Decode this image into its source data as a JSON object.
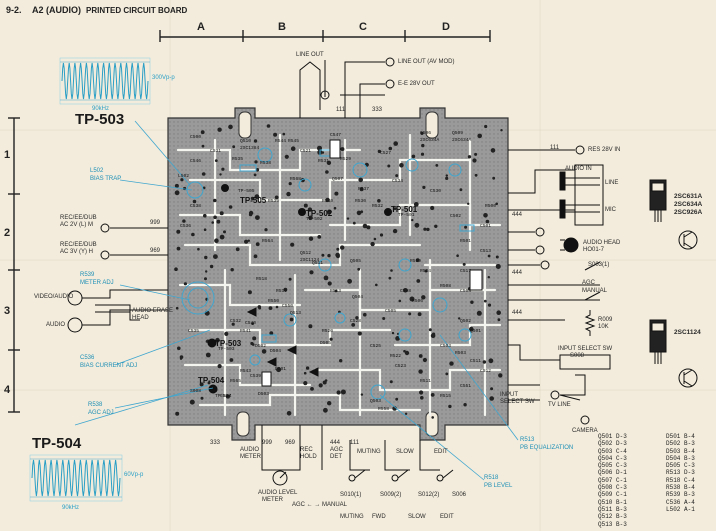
{
  "header": {
    "section_number": "9-2.",
    "board_name": "A2 (AUDIO)",
    "board_subtitle": "PRINTED CIRCUIT BOARD"
  },
  "grid": {
    "columns": [
      "A",
      "B",
      "C",
      "D"
    ],
    "rows": [
      "1",
      "2",
      "3",
      "4"
    ]
  },
  "waveforms": {
    "top": {
      "amplitude": "300Vp-p",
      "frequency": "90kHz"
    },
    "bottom": {
      "amplitude": "60Vp-p",
      "frequency": "90kHz"
    }
  },
  "test_points": {
    "tp503": "TP-503",
    "tp504": "TP-504",
    "tp505": "TP-505",
    "tp502": "TP-502",
    "tp501": "TP-501",
    "tp503_small": "TP-503",
    "tp504_small": "TP-504"
  },
  "callouts": {
    "l502": [
      "L502",
      "BIAS TRAP"
    ],
    "r539": [
      "R539",
      "METER ADJ"
    ],
    "c536": [
      "C536",
      "BIAS CURRENT ADJ"
    ],
    "r538": [
      "R538",
      "AGC ADJ"
    ],
    "r513": [
      "R513",
      "PB EQUALIZATION"
    ],
    "r518": [
      "R518",
      "PB LEVEL"
    ]
  },
  "left_labels": {
    "rec_ee_dub_m": [
      "REC/EE/DUB",
      "AC 2V (L) M"
    ],
    "rec_ee_dub_h": [
      "REC/EE/DUB",
      "AC 3V (Y) H"
    ],
    "video_audio": "VIDEO/AUDIO",
    "audio": "AUDIO",
    "audio_erase": [
      "AUDIO ERASE",
      "HEAD"
    ],
    "line_999": "999",
    "line_969": "969"
  },
  "top_labels": {
    "line_out": "LINE OUT",
    "line_out_av": "LINE OUT (AV MOD)",
    "ee_28v": "E-E 28V OUT",
    "n333": "333",
    "n111": "111"
  },
  "right_labels": {
    "res_28v": "RES 28V IN",
    "audio_in": "AUDIO IN",
    "line": "LINE",
    "mic": "MIC",
    "audio_head": [
      "AUDIO HEAD",
      "HO01-7"
    ],
    "s003": "S003(1)",
    "ac_manual": [
      "AGC",
      "MANUAL"
    ],
    "r009": [
      "R009",
      "10K"
    ],
    "input_select_sw": [
      "INPUT SELECT SW",
      "S008"
    ],
    "input_select": [
      "INPUT",
      "SELECT SW"
    ],
    "tv_line": "TV LINE",
    "camera": "CAMERA",
    "n444a": "444",
    "n444b": "444",
    "n444c": "444",
    "n111": "111"
  },
  "transistors": {
    "group1": [
      "2SC631A",
      "2SC634A",
      "2SC926A"
    ],
    "group2": "2SC1124"
  },
  "bottom_labels": {
    "audio_meter": [
      "AUDIO",
      "METER"
    ],
    "rec_hold": [
      "REC",
      "HOLD"
    ],
    "agc_det": [
      "AGC",
      "DET"
    ],
    "n999": "999",
    "n969": "969",
    "n444": "444",
    "n333": "333",
    "n111": "111",
    "muting": "MUTING",
    "slow": "SLOW",
    "edit": "EDIT",
    "audio_level_meter": [
      "AUDIO LEVEL",
      "METER"
    ],
    "agc_manual": "AGC ← → MANUAL",
    "s010": "S010(1)",
    "s009": "S009(2)",
    "s012": "S012(2)",
    "s006": "S006",
    "fwd": "FWD",
    "slow2": "SLOW",
    "edit2": "EDIT"
  },
  "parts_legend": {
    "col1": [
      [
        "Q501",
        "D-3"
      ],
      [
        "Q502",
        "D-3"
      ],
      [
        "Q503",
        "C-4"
      ],
      [
        "Q504",
        "C-3"
      ],
      [
        "Q505",
        "C-3"
      ],
      [
        "Q506",
        "D-1"
      ],
      [
        "Q507",
        "C-1"
      ],
      [
        "Q508",
        "C-3"
      ],
      [
        "Q509",
        "C-1"
      ],
      [
        "Q510",
        "B-1"
      ],
      [
        "Q511",
        "B-3"
      ],
      [
        "Q512",
        "B-3"
      ],
      [
        "Q513",
        "B-3"
      ]
    ],
    "col2": [
      [
        "D501",
        "B-4"
      ],
      [
        "D502",
        "B-3"
      ],
      [
        "D503",
        "B-4"
      ],
      [
        "D504",
        "B-3"
      ],
      [
        "D505",
        "C-3"
      ],
      [
        "R513",
        "D-3"
      ],
      [
        "R518",
        "C-4"
      ],
      [
        "R538",
        "B-4"
      ],
      [
        "R539",
        "B-3"
      ],
      [
        "C536",
        "A-4"
      ],
      [
        "L502",
        "A-1"
      ]
    ]
  },
  "board_parts": [
    "C500",
    "Q510",
    "2SC1384",
    "R544",
    "R545",
    "C547",
    "Q506",
    "2SC634A",
    "Q509",
    "2SC634A",
    "C531",
    "C546",
    "R535",
    "R538",
    "TP-505",
    "C521",
    "R531",
    "R529",
    "Q507",
    "R537",
    "C527",
    "R539",
    "R568",
    "TP-502",
    "R540",
    "R530",
    "R532",
    "C534",
    "TP-501",
    "C530",
    "L502",
    "C538",
    "C536",
    "R564",
    "Q512",
    "2SC1124",
    "R518",
    "Q505",
    "R513",
    "Q504",
    "R559",
    "Q503",
    "R558",
    "R519",
    "R550",
    "C550",
    "Q511",
    "R508",
    "R506",
    "C504",
    "D502",
    "D504",
    "R541",
    "C540",
    "TP-503",
    "C535",
    "C532",
    "R520",
    "D505",
    "Q513",
    "C528",
    "C525",
    "R522",
    "C523",
    "Q502",
    "Q501",
    "C503",
    "R503",
    "C511",
    "C512",
    "S008",
    "C537",
    "R565",
    "TP-504",
    "R543",
    "C539",
    "D501",
    "D503",
    "R511",
    "R515",
    "C551",
    "C505",
    "C508",
    "R524",
    "C517",
    "C513",
    "R501",
    "C501",
    "C502",
    "R500"
  ]
}
